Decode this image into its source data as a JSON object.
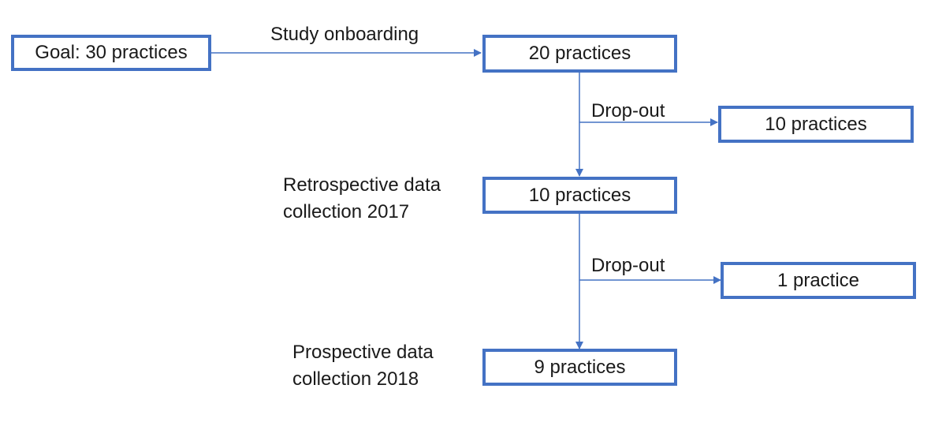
{
  "boxes": {
    "goal": "Goal: 30 practices",
    "onboarded": "20 practices",
    "dropout_1": "10 practices",
    "retrospective": "10 practices",
    "dropout_2": "1 practice",
    "prospective": "9 practices"
  },
  "labels": {
    "study_onboarding": "Study onboarding",
    "dropout_1": "Drop-out",
    "dropout_2": "Drop-out",
    "retrospective_line1": "Retrospective data",
    "retrospective_line2": "collection 2017",
    "prospective_line1": "Prospective data",
    "prospective_line2": "collection 2018"
  },
  "colors": {
    "box_border": "#4472C4",
    "arrow": "#4472C4",
    "text": "#1a1a1a"
  }
}
